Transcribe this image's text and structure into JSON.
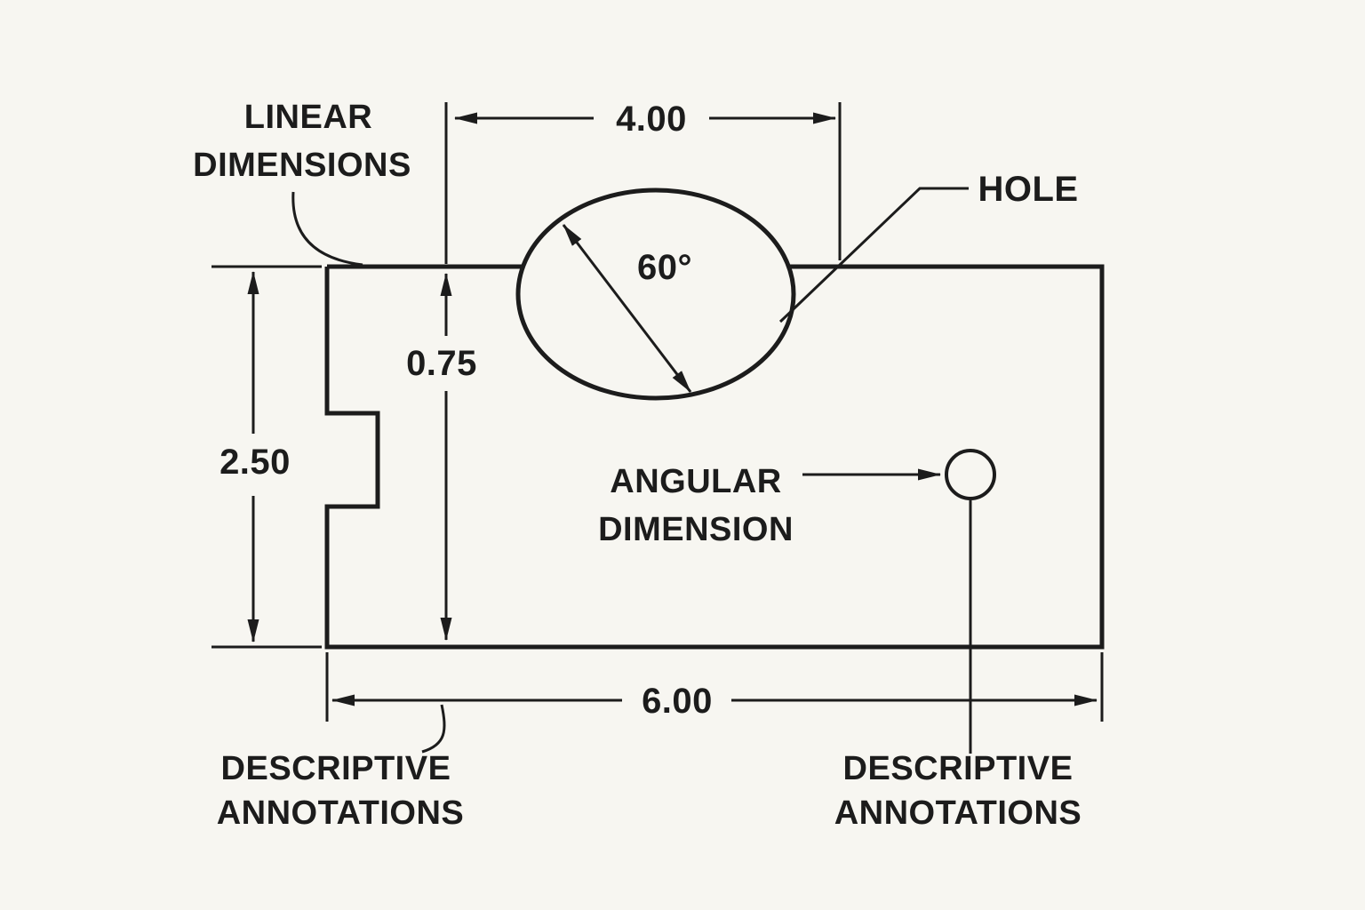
{
  "diagram": {
    "labels": {
      "linear_dimensions": {
        "line1": "LINEAR",
        "line2": "DIMENSIONS"
      },
      "hole": "HOLE",
      "angular_dimension": {
        "line1": "ANGULAR",
        "line2": "DIMENSION"
      },
      "descriptive_annotations_left": {
        "line1": "DESCRIPTIVE",
        "line2": "ANNOTATIONS"
      },
      "descriptive_annotations_right": {
        "line1": "DESCRIPTIVE",
        "line2": "ANNOTATIONS"
      }
    },
    "dimensions": {
      "top_width": "4.00",
      "left_height": "2.50",
      "inner_height": "0.75",
      "bottom_width": "6.00",
      "angle": "60°"
    },
    "colors": {
      "line": "#1c1c1c",
      "background": "#f7f6f1"
    }
  }
}
